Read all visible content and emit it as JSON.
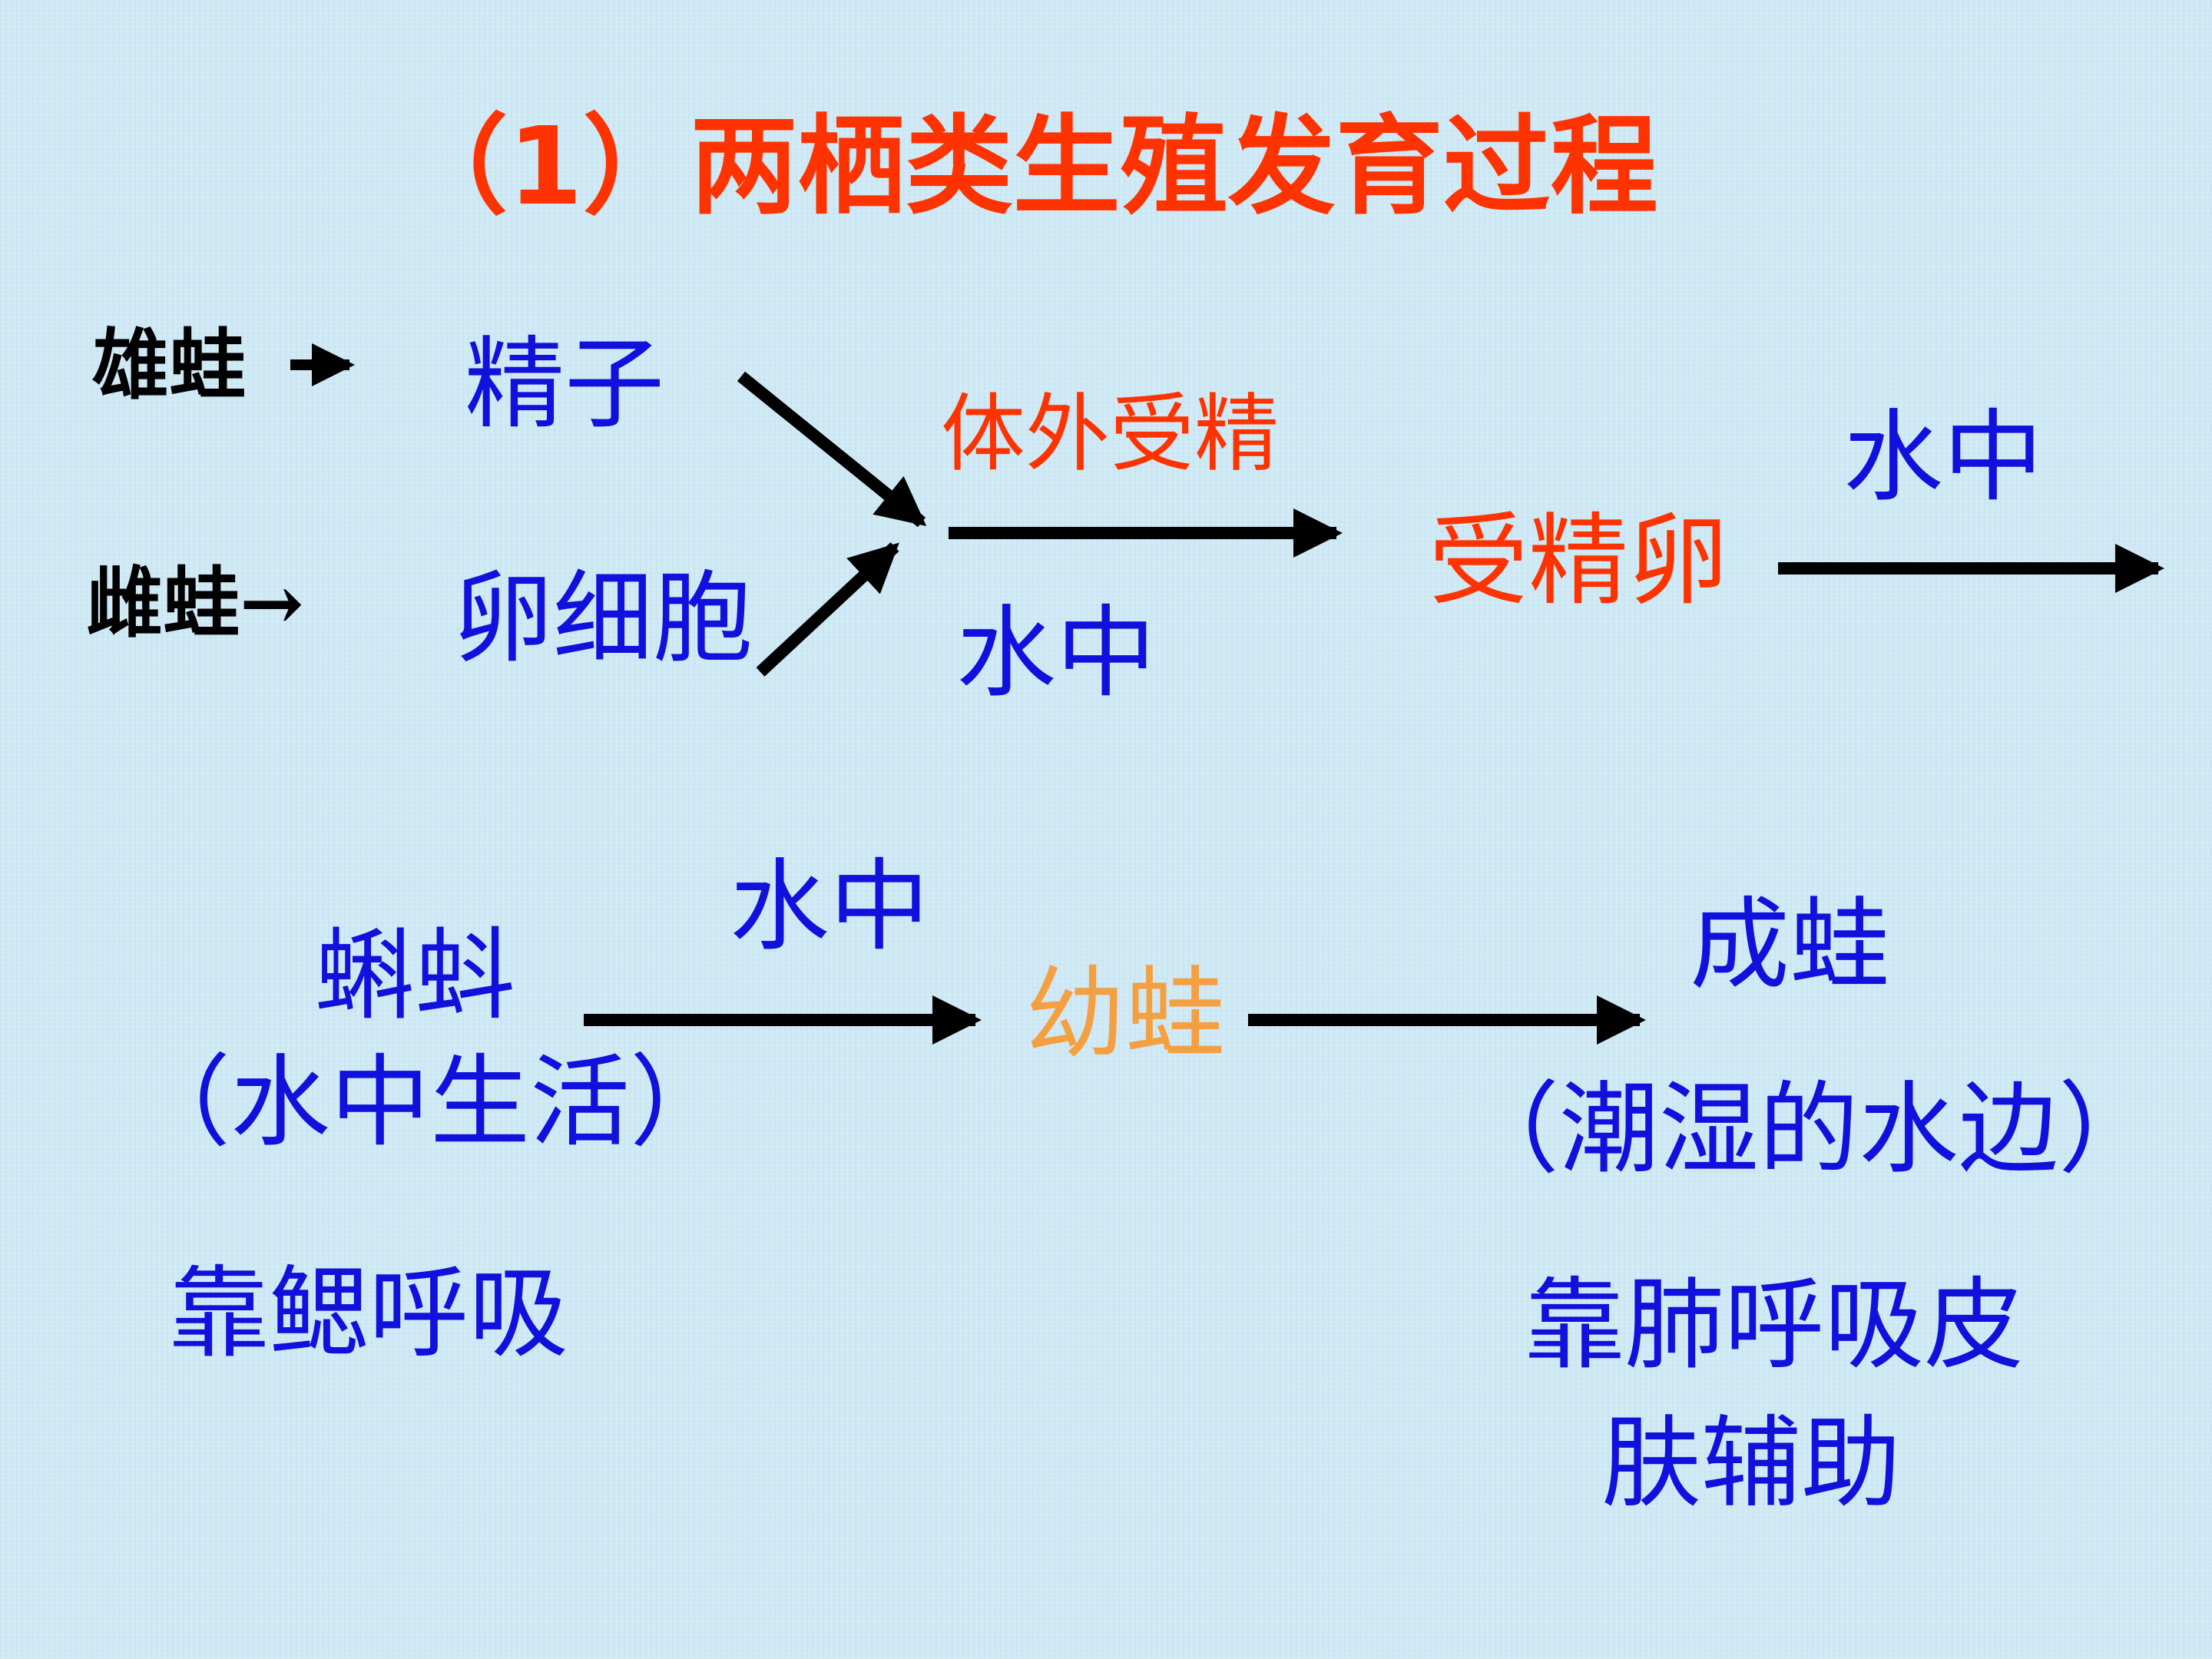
{
  "title": "（1）两栖类生殖发育过程",
  "top_section": {
    "male_frog": "雄蛙",
    "female_frog": "雌蛙→",
    "sperm": "精子",
    "egg_cell": "卵细胞",
    "fertilization_label": "体外受精",
    "fertilization_place": "水中",
    "zygote": "受精卵",
    "zygote_place": "水中"
  },
  "bottom_section": {
    "tadpole": "蝌蚪",
    "tadpole_habitat": "（水中生活）",
    "tadpole_breathing": "靠鳃呼吸",
    "tadpole_to_froglet_place": "水中",
    "froglet": "幼蛙",
    "adult_frog": "成蛙",
    "adult_habitat": "（潮湿的水边）",
    "adult_breathing_line1": "靠肺呼吸皮",
    "adult_breathing_line2": "肤辅助"
  },
  "colors": {
    "title": "#ff3300",
    "stage_text": "#1111dd",
    "highlight": "#ff3300",
    "froglet": "#f4a040",
    "arrows": "#000000",
    "background": "#cfe9f5"
  }
}
